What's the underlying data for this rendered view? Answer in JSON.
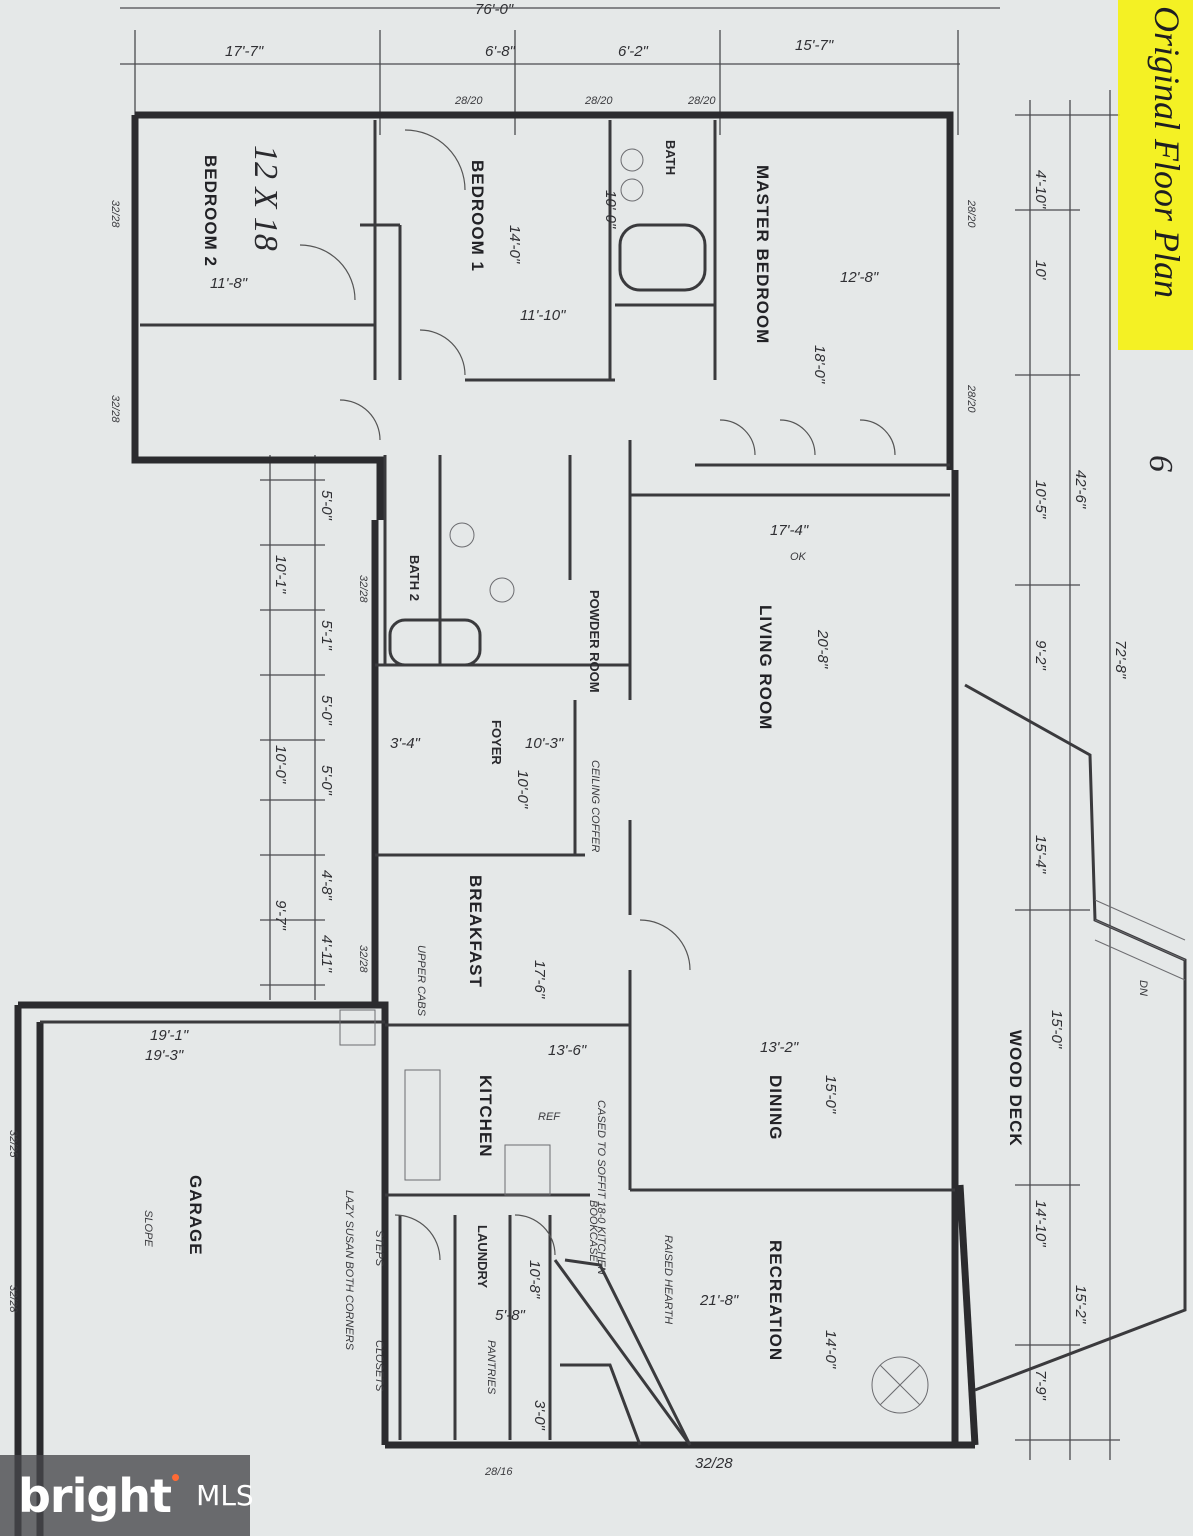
{
  "note": {
    "text": "Original Floor Plan"
  },
  "page_mark": "6",
  "watermark": {
    "brand": "bright",
    "dot": "•",
    "suffix": "MLS"
  },
  "rooms": {
    "bedroom2": "BEDROOM 2",
    "bedroom1": "BEDROOM 1",
    "master": "MASTER BEDROOM",
    "bath": "BATH",
    "bath2": "BATH 2",
    "powder": "POWDER ROOM",
    "foyer": "FOYER",
    "living": "LIVING ROOM",
    "breakfast": "BREAKFAST",
    "kitchen": "KITCHEN",
    "dining": "DINING",
    "garage": "GARAGE",
    "laundry": "LAUNDRY",
    "recreation": "RECREATION",
    "wood_deck": "WOOD DECK"
  },
  "annotations": {
    "bedroom2_hand": "12 X 18",
    "slope": "SLOPE",
    "ceiling_coffer": "CEILING COFFER",
    "raised_hearth": "RAISED HEARTH",
    "upper_cabs": "UPPER CABS",
    "pantries": "PANTRIES",
    "closets": "CLOSETS",
    "steps": "STEPS",
    "lazy_susan": "LAZY SUSAN BOTH CORNERS",
    "dn": "DN",
    "ok": "OK",
    "ref": "REF",
    "bookcase": "BOOKCASE",
    "soffit": "CASED TO SOFFIT 18-0 KITCHEN"
  },
  "dimensions": {
    "top_overall": "76'-0\"",
    "top_a": "17'-7\"",
    "top_b": "6'-8\"",
    "top_c": "6'-2\"",
    "top_d": "15'-7\"",
    "win_a": "28/20",
    "win_b": "28/20",
    "win_c": "28/20",
    "win_right": "28/20",
    "win_right2": "28/20",
    "win_left": "32/28",
    "win_left2": "32/28",
    "win_bath2": "32/28",
    "win_breakfast": "32/28",
    "win_garage_a": "32/25",
    "win_garage_b": "32/28",
    "win_bottom": "32/28",
    "win_bottom2": "28/16",
    "right_a": "4'-10\"",
    "right_b": "10'",
    "right_c": "42'-6\"",
    "right_d": "10'-5\"",
    "right_e": "72'-8\"",
    "right_f": "9'-2\"",
    "right_g": "15'-4\"",
    "right_h": "14'-10\"",
    "right_i": "15'-2\"",
    "right_j": "7'-9\"",
    "b2_w": "11'-8\"",
    "b1_d": "14'-0\"",
    "b1_w": "11'-10\"",
    "master_w": "12'-8\"",
    "master_d": "18'-0\"",
    "master_bath_d": "10'-0\"",
    "living_w": "17'-4\"",
    "living_d": "20'-8\"",
    "dining_w": "13'-2\"",
    "dining_d": "15'-0\"",
    "garage_w": "19'-3\"",
    "garage_w2": "19'-1\"",
    "kitchen_w": "13'-6\"",
    "breakfast_d": "17'-6\"",
    "rec_w": "21'-8\"",
    "rec_d": "14'-0\"",
    "deck_w": "15'-0\"",
    "left_a": "5'-0\"",
    "left_b": "10'-1\"",
    "left_c": "5'-1\"",
    "left_d": "5'-0\"",
    "left_e": "10'-0\"",
    "left_f": "5'-0\"",
    "left_g": "4'-8\"",
    "left_h": "9'-7\"",
    "left_i": "4'-11\"",
    "foyer_a": "3'-4\"",
    "foyer_b": "10'-3\"",
    "foyer_c": "10'-0\"",
    "laundry_a": "10'-8\"",
    "laundry_b": "5'-8\"",
    "closet_3": "3'-0\""
  }
}
